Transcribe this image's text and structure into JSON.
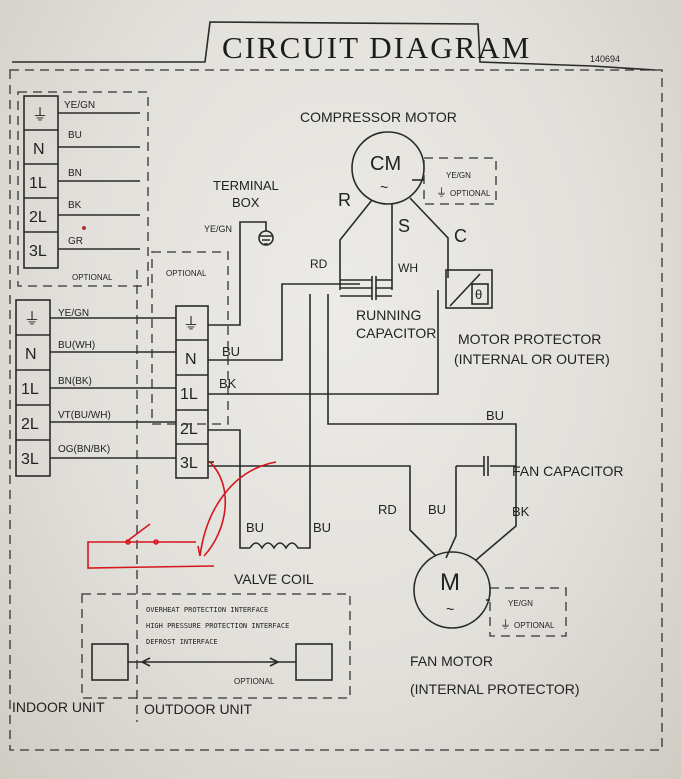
{
  "title": "CIRCUIT DIAGRAM",
  "code": "140694",
  "colors": {
    "ink": "#2a2a2a",
    "paper": "#e6e4df",
    "annotation": "#d6161c"
  },
  "indoor_terminal_top": {
    "rows": [
      "⏚",
      "N",
      "1L",
      "2L",
      "3L"
    ],
    "wires": [
      "YE/GN",
      "BU",
      "BN",
      "BK",
      "GR"
    ],
    "optional": "OPTIONAL"
  },
  "indoor_terminal_bottom": {
    "rows": [
      "⏚",
      "N",
      "1L",
      "2L",
      "3L"
    ],
    "wires": [
      "YE/GN",
      "BU(WH)",
      "BN(BK)",
      "VT(BU/WH)",
      "OG(BN/BK)"
    ]
  },
  "outdoor_terminal": {
    "rows": [
      "⏚",
      "N",
      "1L",
      "2L",
      "3L"
    ],
    "optional": "OPTIONAL",
    "wires": {
      "n": "BU",
      "l1": "BK"
    }
  },
  "terminal_box": {
    "line1": "TERMINAL",
    "line2": "BOX",
    "wire": "YE/GN"
  },
  "compressor": {
    "label": "COMPRESSOR MOTOR",
    "symbol": "CM",
    "r": "R",
    "s": "S",
    "c": "C",
    "ground_wire": "YE/GN",
    "optional": "OPTIONAL"
  },
  "running_capacitor": {
    "line1": "RUNNING",
    "line2": "CAPACITOR",
    "rd": "RD",
    "wh": "WH"
  },
  "motor_protector": {
    "line1": "MOTOR PROTECTOR",
    "line2": "(INTERNAL OR OUTER)",
    "symbol": "θ"
  },
  "fan_capacitor": {
    "label": "FAN CAPACITOR",
    "bu": "BU"
  },
  "fan_motor": {
    "symbol": "M",
    "line1": "FAN MOTOR",
    "line2": "(INTERNAL PROTECTOR)",
    "rd": "RD",
    "bu": "BU",
    "bk": "BK",
    "ground_wire": "YE/GN",
    "optional": "OPTIONAL"
  },
  "valve_coil": {
    "label": "VALVE COIL",
    "bu1": "BU",
    "bu2": "BU"
  },
  "interface": {
    "line1": "OVERHEAT PROTECTION INTERFACE",
    "line2": "HIGH PRESSURE PROTECTION INTERFACE",
    "line3": "DEFROST INTERFACE",
    "optional": "OPTIONAL"
  },
  "footer": {
    "indoor": "INDOOR UNIT",
    "outdoor": "OUTDOOR UNIT"
  }
}
